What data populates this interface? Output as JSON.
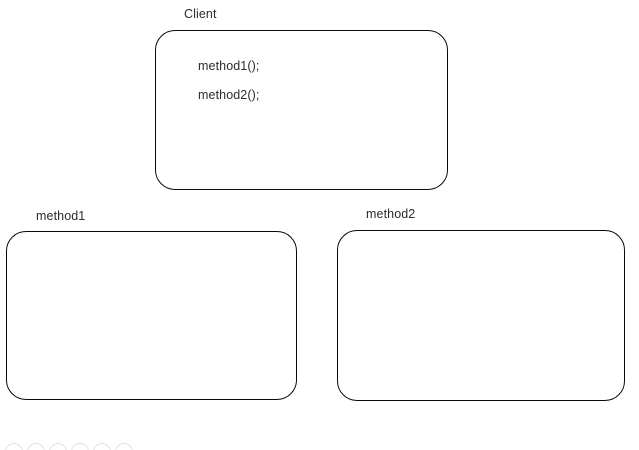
{
  "diagram": {
    "title": "",
    "background_color": "#ffffff",
    "stroke_color": "#0a0a0a",
    "text_color": "#2b2b2b",
    "artifact_color": "#e2e2e2",
    "nodes": [
      {
        "id": "client",
        "label": "Client",
        "shape": "rounded-rectangle",
        "lines": [
          "method1();",
          "method2();"
        ]
      },
      {
        "id": "method1",
        "label": "method1",
        "shape": "rounded-rectangle",
        "lines": []
      },
      {
        "id": "method2",
        "label": "method2",
        "shape": "rounded-rectangle",
        "lines": []
      }
    ],
    "bottom_artifacts": {
      "count": 6,
      "description": "faint light-gray circle tops clipped by bottom edge"
    }
  }
}
